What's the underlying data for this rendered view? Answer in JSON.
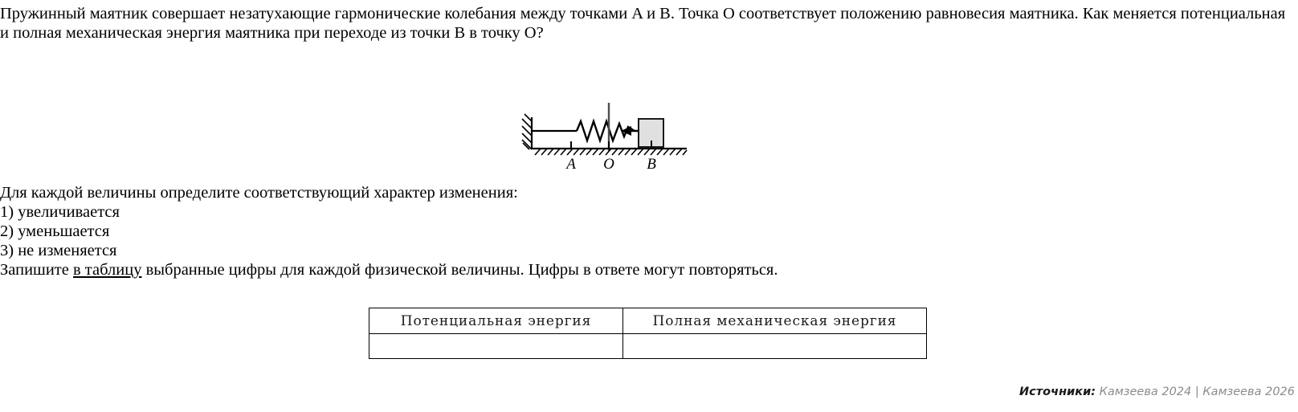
{
  "problem": {
    "statement": "Пружинный маятник совершает незатухающие гармонические колебания между точками A и B. Точка O соответствует положению равновесия маятника. Как меняется потенциальная и полная механическая энергия маятника при переходе из точки B в точку O?"
  },
  "figure": {
    "name": "spring-pendulum-diagram",
    "labels": {
      "a": "A",
      "o": "O",
      "b": "B"
    },
    "colors": {
      "block_fill": "#e0e0e0",
      "stroke": "#000000",
      "axis_line": "#4d4d4d"
    }
  },
  "instructions": {
    "prompt": "Для каждой величины определите соответствующий характер изменения:",
    "options": [
      "1) увеличивается",
      "2) уменьшается",
      "3) не изменяется"
    ],
    "note_before": "Запишите ",
    "note_underlined": "в таблицу",
    "note_after": " выбранные цифры для каждой физической величины. Цифры в ответе могут повторяться."
  },
  "answer_table": {
    "headers": [
      "Потенциальная энергия",
      "Полная механическая энергия"
    ],
    "rows": [
      [
        "",
        ""
      ]
    ]
  },
  "footer": {
    "label": "Источники:",
    "value": "Камзеева 2024 | Камзеева 2026"
  }
}
